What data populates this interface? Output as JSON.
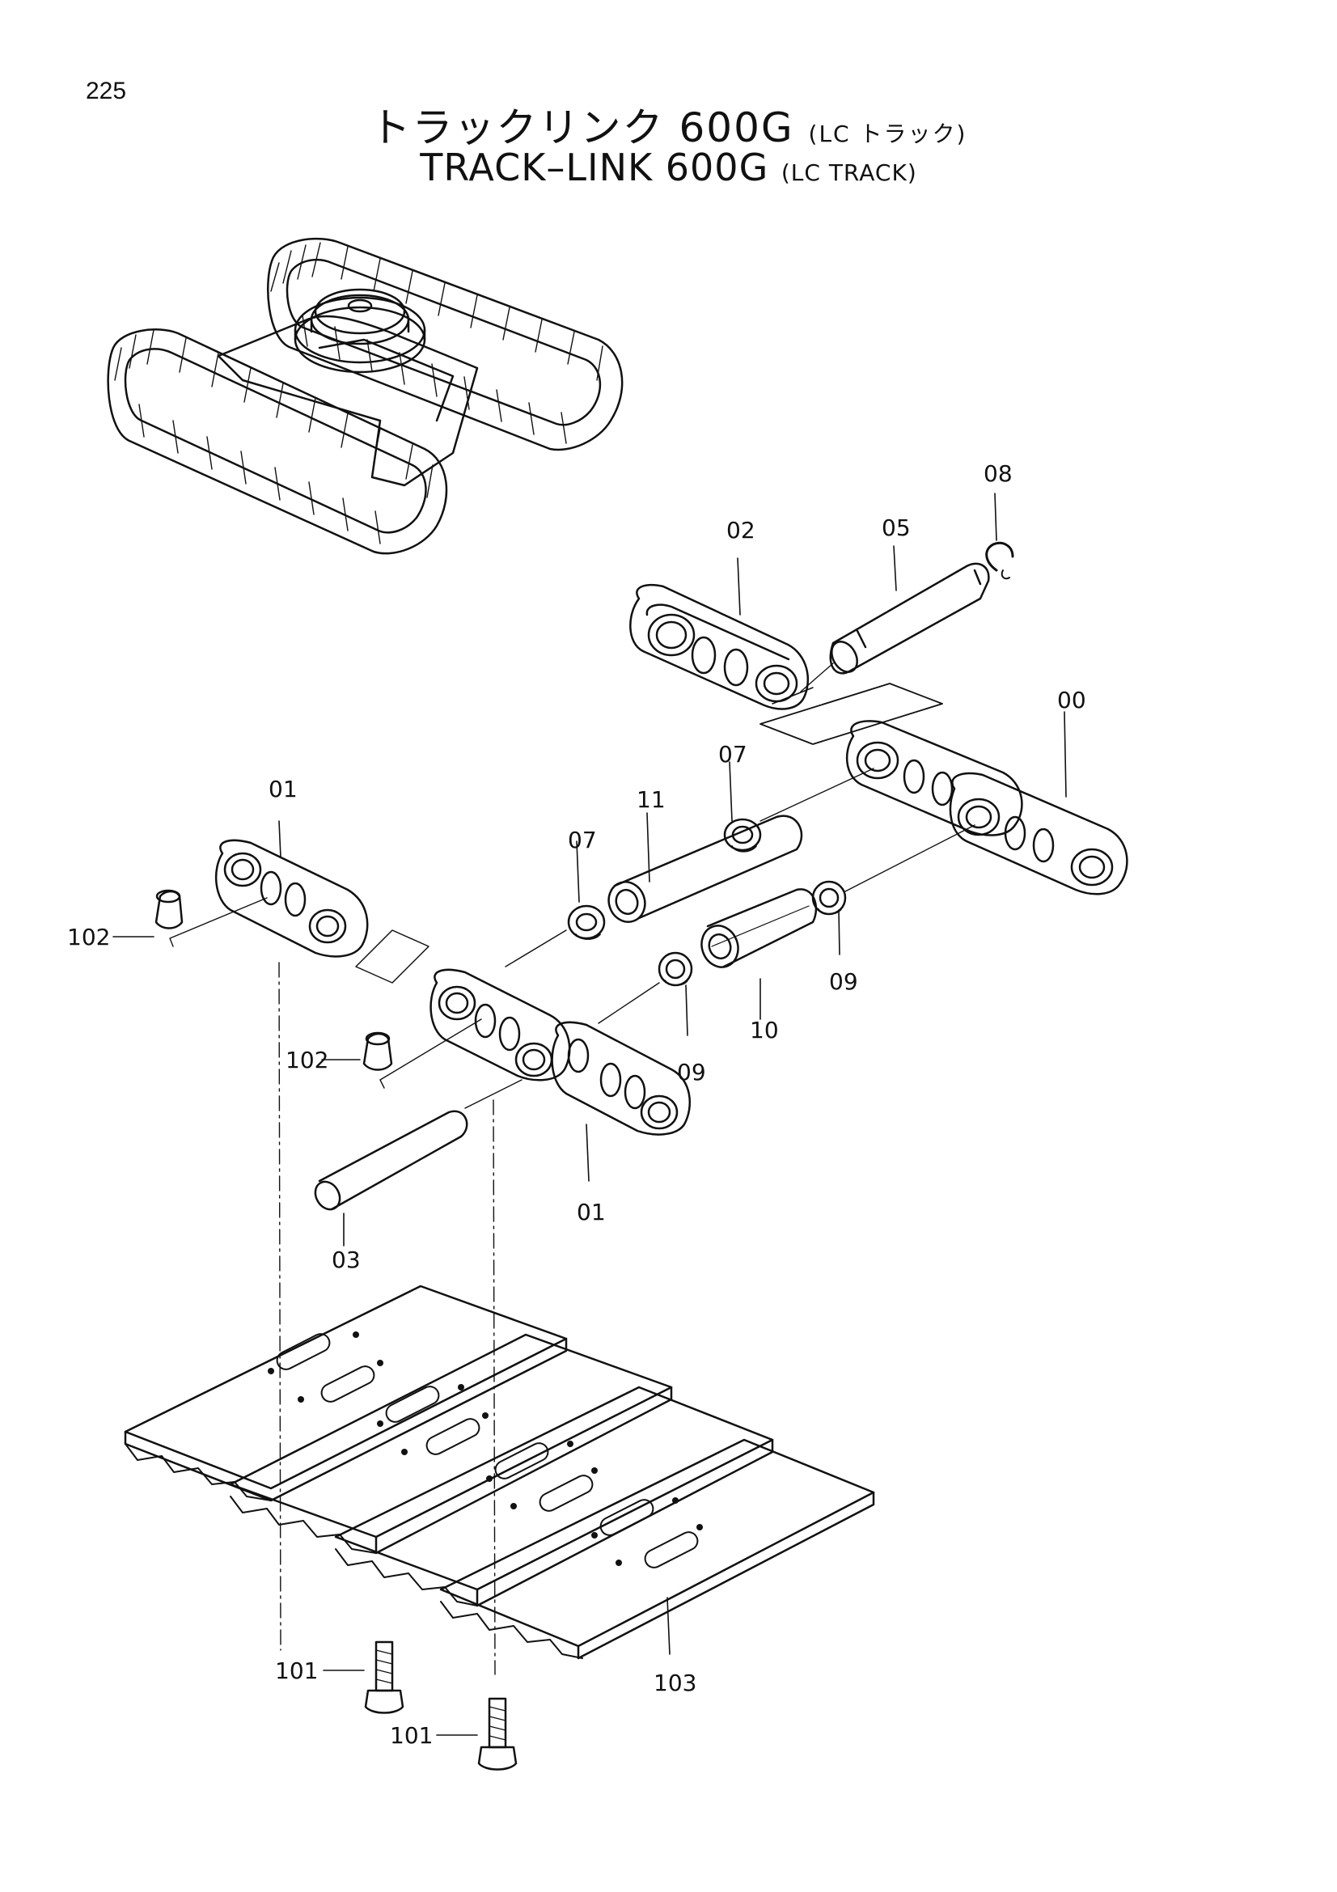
{
  "page_number": "225",
  "title_jp": "トラックリンク 600G",
  "title_jp_suffix": "(LC トラック)",
  "title_en": "TRACK–LINK 600G",
  "title_en_suffix": "(LC TRACK)",
  "callouts": {
    "c00": "00",
    "c01a": "01",
    "c01b": "01",
    "c02": "02",
    "c03": "03",
    "c05": "05",
    "c07a": "07",
    "c07b": "07",
    "c08": "08",
    "c09a": "09",
    "c09b": "09",
    "c10": "10",
    "c11": "11",
    "c101a": "101",
    "c101b": "101",
    "c102a": "102",
    "c102b": "102",
    "c103": "103"
  }
}
